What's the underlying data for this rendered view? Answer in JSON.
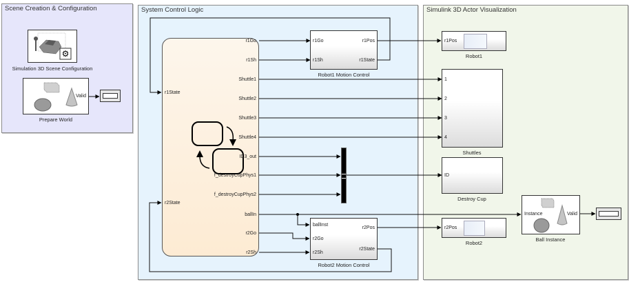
{
  "areas": {
    "scene": {
      "title": "Scene Creation & Configuration"
    },
    "logic": {
      "title": "System Control Logic"
    },
    "visualization": {
      "title": "Simulink 3D Actor Visualization"
    }
  },
  "blocks": {
    "scene_config": {
      "label": "Simulation 3D Scene Configuration"
    },
    "prepare_world": {
      "label": "Prepare World",
      "output_port": "Valid"
    },
    "chart": {
      "inputs": [
        "r1State",
        "r2State"
      ],
      "outputs": [
        "r1Go",
        "r1Sh",
        "Shuttle1",
        "Shuttle2",
        "Shuttle3",
        "Shuttle4",
        "ID3_out",
        "f_destroyCupPhys1",
        "f_destroyCupPhys2",
        "ballIn",
        "r2Go",
        "r2Sh"
      ]
    },
    "robot1_motion": {
      "label": "Robot1 Motion Control",
      "inputs": [
        "r1Go",
        "r1Sh"
      ],
      "outputs": [
        "r1Pos",
        "r1State"
      ]
    },
    "robot2_motion": {
      "label": "Robot2 Motion Control",
      "inputs": [
        "ballInst",
        "r2Go",
        "r2Sh"
      ],
      "outputs": [
        "r2Pos",
        "r2State"
      ]
    },
    "robot1": {
      "label": "Robot1",
      "input_port": "r1Pos"
    },
    "robot2": {
      "label": "Robot2",
      "input_port": "r2Pos"
    },
    "shuttles": {
      "label": "Shuttles",
      "inputs": [
        "1",
        "2",
        "3",
        "4"
      ]
    },
    "destroy_cup": {
      "label": "Destroy Cup",
      "input_port": "ID"
    },
    "ball_instance": {
      "label": "Ball Instance",
      "input_port": "Instance",
      "output_port": "Valid"
    }
  },
  "colors": {
    "scene_area": "#e6e6fb",
    "logic_area": "#e6f3fd",
    "visualization_area": "#f1f6ea",
    "chart_fill": "#fdf0dd"
  }
}
